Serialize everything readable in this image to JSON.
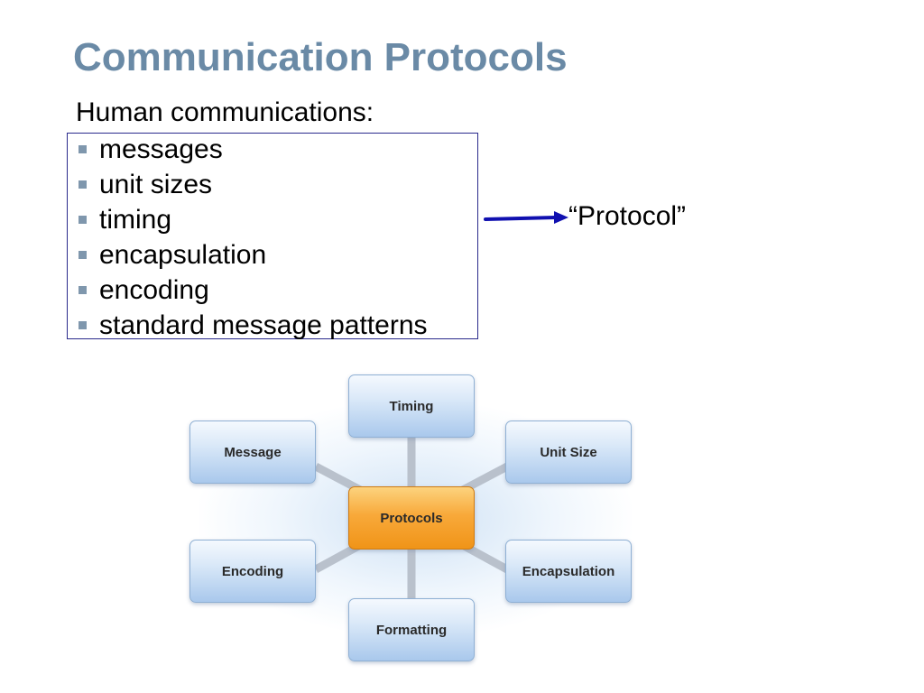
{
  "slide": {
    "title": "Communication Protocols",
    "intro": "Human communications:",
    "bullets": [
      "messages",
      "unit sizes",
      "timing",
      "encapsulation",
      "encoding",
      "standard message patterns"
    ],
    "protocol_label": "“Protocol”"
  },
  "diagram": {
    "center": "Protocols",
    "nodes": {
      "timing": "Timing",
      "message": "Message",
      "unit_size": "Unit Size",
      "encoding": "Encoding",
      "encapsulation": "Encapsulation",
      "formatting": "Formatting"
    }
  },
  "colors": {
    "title": "#6a8aa6",
    "bullet_marker": "#7f97ad",
    "box_border": "#2a2a8c",
    "arrow": "#1010b0",
    "node_fill": "#a9c8ec",
    "center_fill": "#f09418"
  }
}
